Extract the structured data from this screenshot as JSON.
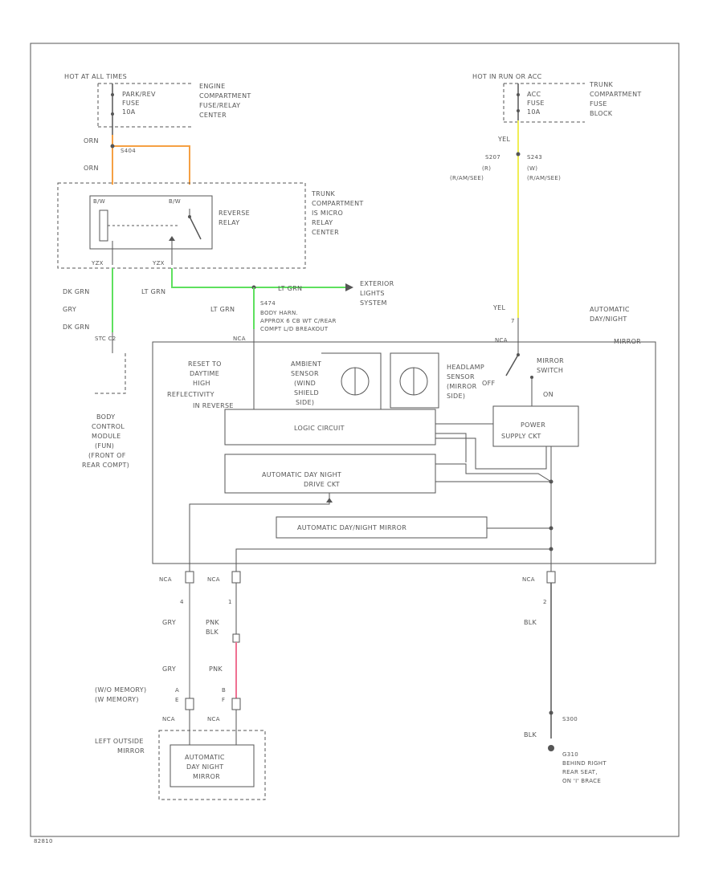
{
  "labels": {
    "hot_at_all_times": "HOT AT ALL TIMES",
    "fuse_left": [
      "PARK/REV",
      "FUSE",
      "10A"
    ],
    "engine_comp": [
      "ENGINE",
      "COMPARTMENT",
      "FUSE/RELAY",
      "CENTER"
    ],
    "hot_in_run": "HOT IN RUN OR ACC",
    "fuse_right": [
      "ACC",
      "FUSE",
      "10A"
    ],
    "trunk_fuse_block": [
      "TRUNK",
      "COMPARTMENT",
      "FUSE",
      "BLOCK"
    ],
    "orn_1": "ORN",
    "s404": "S404",
    "orn_2": "ORN",
    "relay_pin_left": "B/W",
    "relay_pin_right": "B/W",
    "reverse_relay": [
      "REVERSE",
      "RELAY"
    ],
    "trunk_micro": [
      "TRUNK",
      "COMPARTMENT",
      "IS MICRO",
      "RELAY",
      "CENTER"
    ],
    "relay_out_left": "YZX",
    "relay_out_right": "YZX",
    "dk_grn_1": "DK GRN",
    "gry_1": "GRY",
    "dk_grn_2": "DK GRN",
    "c_tag": "STC C2",
    "lt_grn_1": "LT GRN",
    "lt_grn_2": "LT GRN",
    "exterior_lights": [
      "EXTERIOR",
      "LIGHTS",
      "SYSTEM"
    ],
    "lt_grn_3": "LT GRN",
    "s474": "S474",
    "splice_note": [
      "BODY HARN.",
      "APPROX 6 CB WT C/REAR",
      "COMPT L/D BREAKOUT"
    ],
    "nca_1": "NCA",
    "yel_1": "YEL",
    "s207": "S207",
    "s243": "S243",
    "wiring_note_left": [
      "(R)",
      "(R/AM/SEE)"
    ],
    "wiring_note_right": [
      "(W)",
      "(R/AM/SEE)"
    ],
    "yel_2": "YEL",
    "pin_7": "7",
    "nca_2": "NCA",
    "auto_mirror_title": [
      "AUTOMATIC",
      "DAY/NIGHT",
      "MIRROR"
    ],
    "body_control": [
      "BODY",
      "CONTROL",
      "MODULE",
      "(FUN)",
      "(FRONT OF",
      "REAR COMPT)"
    ],
    "reset_text": [
      "RESET TO",
      "DAYTIME",
      "HIGH",
      "REFLECTIVITY",
      "IN REVERSE"
    ],
    "ambient_sensor": [
      "AMBIENT",
      "SENSOR",
      "(WIND",
      "SHIELD",
      "SIDE)"
    ],
    "headlamp_sensor": [
      "HEADLAMP",
      "SENSOR",
      "(MIRROR",
      "SIDE)"
    ],
    "mirror_switch": [
      "MIRROR",
      "SWITCH"
    ],
    "off_label": "OFF",
    "on_label": "ON",
    "logic_circuit": "LOGIC CIRCUIT",
    "power_supply": [
      "POWER",
      "SUPPLY CKT"
    ],
    "drive_ckt": [
      "AUTOMATIC DAY NIGHT",
      "DRIVE CKT"
    ],
    "auto_mirror_bar": "AUTOMATIC DAY/NIGHT MIRROR",
    "nca_3": "NCA",
    "nca_4": "NCA",
    "nca_5": "NCA",
    "pin_4": "4",
    "pin_1": "1",
    "pin_2": "2",
    "gry_2": "GRY",
    "pnk_blk": [
      "PNK",
      "BLK"
    ],
    "blk_1": "BLK",
    "gry_3": "GRY",
    "pnk_2": "PNK",
    "memory_note": [
      "(W/O MEMORY)",
      "(W MEMORY)"
    ],
    "pins_left": [
      "A",
      "E"
    ],
    "pins_right": [
      "B",
      "F"
    ],
    "nca_6": "NCA",
    "nca_7": "NCA",
    "left_outside_mirror": [
      "LEFT OUTSIDE",
      "MIRROR"
    ],
    "lom_box": [
      "AUTOMATIC",
      "DAY NIGHT",
      "MIRROR"
    ],
    "s300": "S300",
    "blk_2": "BLK",
    "ground": [
      "G310",
      "BEHIND RIGHT",
      "REAR SEAT,",
      "ON 'I' BRACE"
    ],
    "figure_id": "82810"
  },
  "colors": {
    "orange_wire": "#f5a043",
    "green_wire": "#5ee05e",
    "yellow_wire": "#f0ee55",
    "pink_wire": "#ef7092",
    "line": "#555555"
  }
}
